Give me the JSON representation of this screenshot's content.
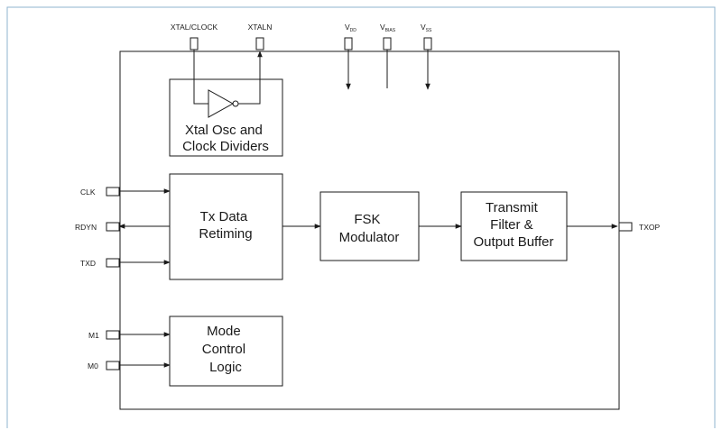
{
  "top_pins": {
    "xtal_clock": "XTAL/CLOCK",
    "xtaln": "XTALN",
    "vdd": "V",
    "vdd_sub": "DD",
    "vbias": "V",
    "vbias_sub": "BIAS",
    "vss": "V",
    "vss_sub": "SS"
  },
  "left_pins": {
    "clk": "CLK",
    "rdyn": "RDYN",
    "txd": "TXD",
    "m1": "M1",
    "m0": "M0"
  },
  "right_pins": {
    "txop": "TXOP"
  },
  "blocks": {
    "xtal": [
      "Xtal Osc and",
      "Clock Dividers"
    ],
    "retiming": [
      "Tx Data",
      "Retiming"
    ],
    "fsk": [
      "FSK",
      "Modulator"
    ],
    "filter": [
      "Transmit",
      "Filter &",
      "Output Buffer"
    ],
    "mode": [
      "Mode",
      "Control",
      "Logic"
    ]
  }
}
